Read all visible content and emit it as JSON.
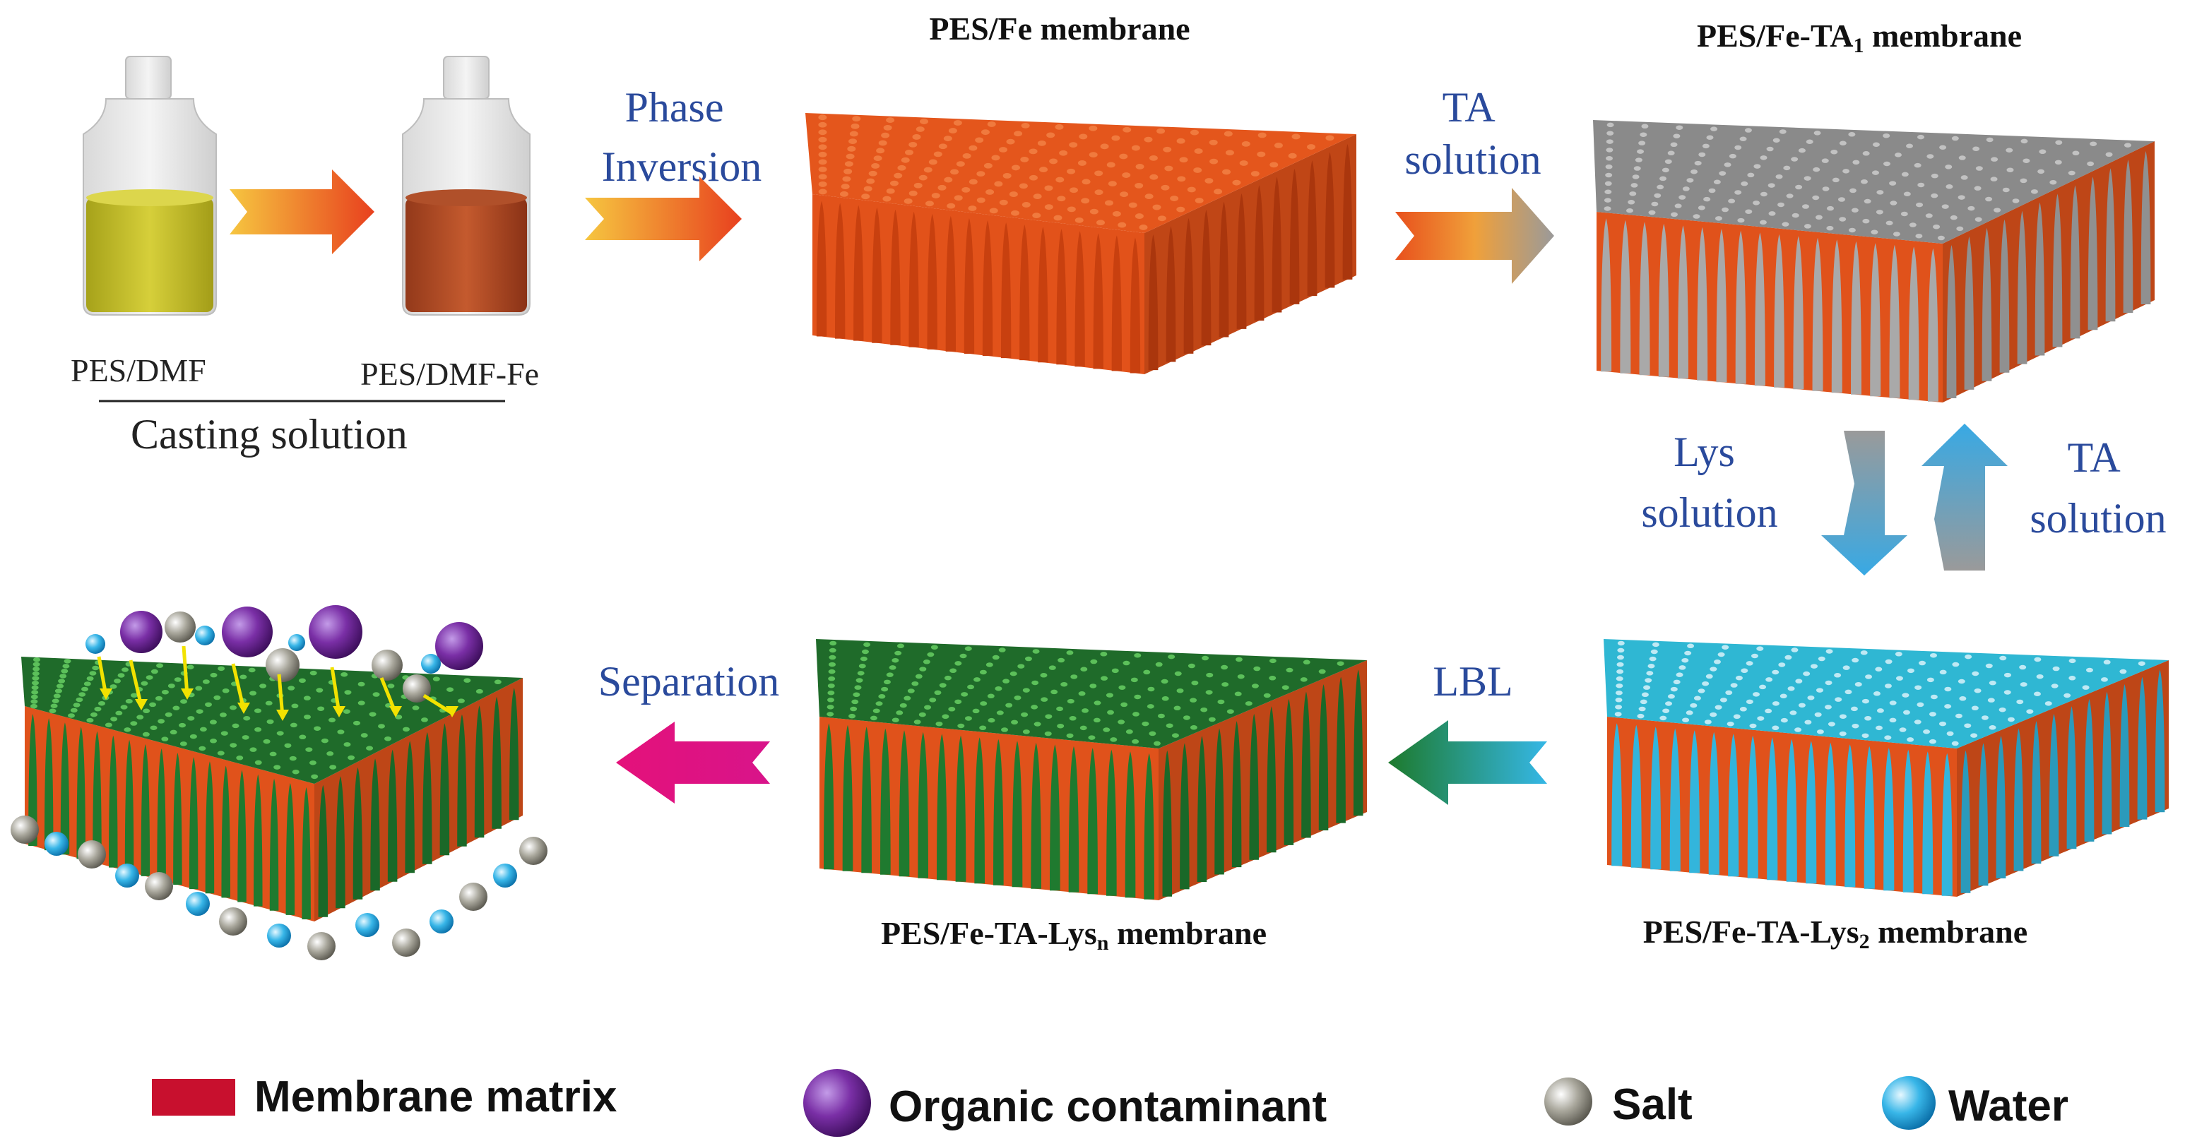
{
  "casting": {
    "bottle1_label": "PES/DMF",
    "bottle2_label": "PES/DMF-Fe",
    "group_label": "Casting solution"
  },
  "steps": {
    "phase_inversion": [
      "Phase",
      "Inversion"
    ],
    "ta_solution_1": [
      "TA",
      "solution"
    ],
    "lys_solution": [
      "Lys",
      "solution"
    ],
    "ta_solution_2": [
      "TA",
      "solution"
    ],
    "lbl": "LBL",
    "separation": "Separation"
  },
  "membranes": {
    "pes_fe": "PES/Fe membrane",
    "pes_fe_ta1": {
      "prefix": "PES/Fe-TA",
      "sub": "1",
      "suffix": " membrane"
    },
    "pes_fe_ta_lys2": {
      "prefix": "PES/Fe-TA-Lys",
      "sub": "2",
      "suffix": " membrane"
    },
    "pes_fe_ta_lysn": {
      "prefix": "PES/Fe-TA-Lys",
      "sub": "n",
      "suffix": " membrane"
    }
  },
  "legend": {
    "matrix": "Membrane matrix",
    "organic": "Organic contaminant",
    "salt": "Salt",
    "water": "Water"
  },
  "colors": {
    "matrix": "#c8102e",
    "membrane_orange": "#e4561c",
    "ta_gray": "#8a8a8a",
    "lys_cyan": "#2fb7d3",
    "final_green": "#1f6b2a",
    "label_blue": "#2a4a9c"
  }
}
